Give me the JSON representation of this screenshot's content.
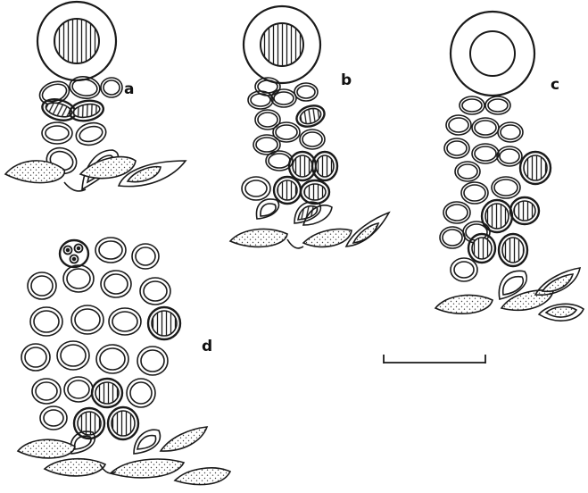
{
  "labels": {
    "a": "a",
    "b": "b",
    "c": "c",
    "d": "d"
  },
  "colors": {
    "ink": "#1a1a1a",
    "paper": "#ffffff",
    "stipple": "#444444"
  }
}
